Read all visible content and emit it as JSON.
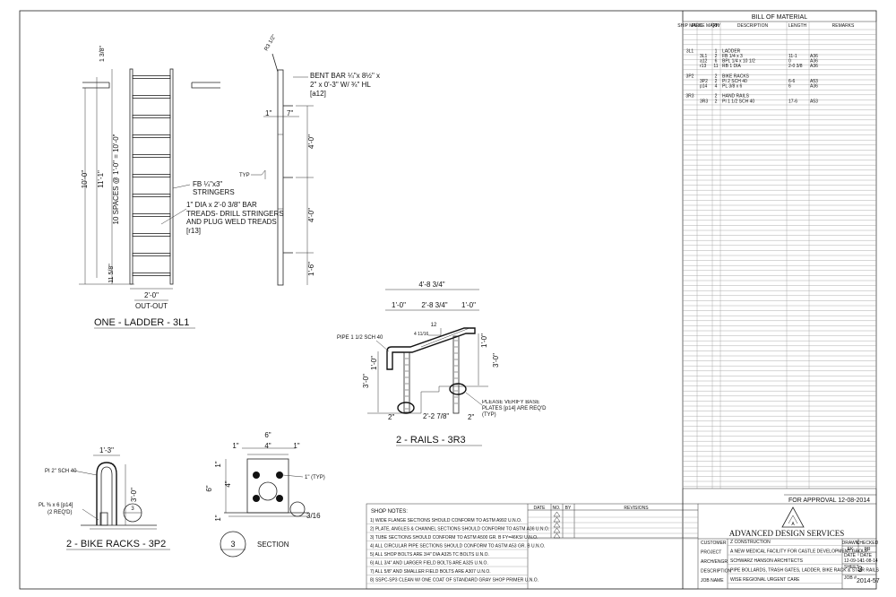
{
  "bom": {
    "title": "BILL OF MATERIAL",
    "headers": [
      "SHIP MARK",
      "PIECE MARK",
      "QTY",
      "DESCRIPTION",
      "LENGTH",
      "REMARKS"
    ],
    "rows": [
      [
        "3L1",
        "",
        "1",
        "LADDER",
        "",
        ""
      ],
      [
        "",
        "3L1",
        "2",
        "FB 1/4 x 3",
        "11-1",
        "A36"
      ],
      [
        "",
        "a12",
        "6",
        "BPL 1/4 x 10 1/2",
        "0",
        "A36"
      ],
      [
        "",
        "r13",
        "11",
        "RB 1 DIA",
        "2-0 3/8",
        "A36"
      ],
      [
        "",
        "",
        "",
        "",
        "",
        ""
      ],
      [
        "3P2",
        "",
        "2",
        "BIKE RACKS",
        "",
        ""
      ],
      [
        "",
        "3P2",
        "2",
        "PI 2 SCH 40",
        "6-6",
        "A53"
      ],
      [
        "",
        "p14",
        "4",
        "PL 3/8 x 6",
        "6",
        "A36"
      ],
      [
        "",
        "",
        "",
        "",
        "",
        ""
      ],
      [
        "3R3",
        "",
        "2",
        "HAND RAILS",
        "",
        ""
      ],
      [
        "",
        "3R3",
        "2",
        "PI 1 1/2 SCH 40",
        "17-6",
        "A53"
      ]
    ]
  },
  "ladder": {
    "title": "ONE - LADDER - 3L1",
    "dim_top": "1 3/8\"",
    "dim_spaces": "10 SPACES @ 1'-0\" = 10'-0\"",
    "dim_overall": "11'-1\"",
    "dim_left": "10'-0\"",
    "dim_bottom": "11 5/8\"",
    "dim_width": "2'-0\"",
    "dim_out": "OUT-OUT",
    "note_stringers": "FB 1/4\"x3\" STRINGERS",
    "note_treads": "1\" DIA x 2'-0 3/8\" BAR TREADS- DRILL STRINGERS AND PLUG WELD TREADS [r13]",
    "note_bent": "BENT BAR 1/4\"x 8 1/2\" x 2\" x 0'-3\" W/ 3/4\" HL [a12]",
    "radius": "R3 1/2\"",
    "dim_1": "1\"",
    "dim_7": "7\"",
    "typ": "TYP",
    "dim_4a": "4'-0\"",
    "dim_4b": "4'-0\"",
    "dim_1_6": "1'-6\""
  },
  "rails": {
    "title": "2 - RAILS - 3R3",
    "dim_overall": "4'-8 3/4\"",
    "dim_mid": "2'-8 3/4\"",
    "dim_l": "1'-0\"",
    "dim_r": "1'-0\"",
    "slope": "12",
    "slope2": "4 11/16",
    "pipe": "PIPE 1 1/2 SCH 40",
    "dim_h1": "1'-0\"",
    "dim_h3": "3'-0\"",
    "dim_rh1": "1'-0\"",
    "dim_rh3": "3'-0\"",
    "dim_2a": "2\"",
    "dim_2b": "2\"",
    "dim_base": "2'-2 7/8\"",
    "note_base": "PLEASE VERIFY BASE PLATES [p14] ARE REQ'D (TYP)"
  },
  "bike": {
    "title": "2 - BIKE RACKS - 3P2",
    "dim_w": "1'-3\"",
    "pipe": "PI 2\" SCH 40",
    "plate": "PL 3/8 x 6 [p14] (2 REQ'D)",
    "dim_h": "3'-0\"",
    "bubble": "3"
  },
  "section": {
    "title": "SECTION",
    "bubble": "3",
    "dim_6": "6\"",
    "dim_4": "4\"",
    "dim_1a": "1\"",
    "dim_1b": "1\"",
    "dim_v1a": "1\"",
    "dim_v4": "4\"",
    "dim_v6": "6\"",
    "dim_v1b": "1\"",
    "typ": "1\" (TYP)",
    "weld": "3/16"
  },
  "notes": {
    "title": "SHOP NOTES:",
    "items": [
      "1) WIDE FLANGE SECTIONS SHOULD CONFORM TO ASTM A992 U.N.O.",
      "2) PLATE, ANGLES & CHANNEL SECTIONS SHOULD CONFORM TO ASTM A36 U.N.O.",
      "3) TUBE SECTIONS SHOULD CONFORM TO ASTM A500 GR. B FY=46KSI U.N.O.",
      "4) ALL CIRCULAR PIPE SECTIONS SHOULD CONFORM TO ASTM A53 GR. B U.N.O.",
      "5) ALL SHOP BOLTS ARE 3/4\" DIA A325 TC BOLTS U.N.O.",
      "6) ALL 3/4\" AND LARGER FIELD BOLTS ARE A325 U.N.O.",
      "7) ALL 5/8\" AND SMALLER FIELD BOLTS ARE A307 U.N.O.",
      "8) SSPC-SP3 CLEAN W/ ONE COAT OF STANDARD GRAY SHOP PRIMER U.N.O."
    ]
  },
  "revisions": {
    "headers": [
      "DATE",
      "NO.",
      "BY",
      "REVISIONS"
    ]
  },
  "titleblock": {
    "approval": "FOR APPROVAL   12-08-2014",
    "company": "ADVANCED DESIGN SERVICES",
    "fields": [
      {
        "label": "CUSTOMER",
        "value": "Z CONSTRUCTION"
      },
      {
        "label": "PROJECT",
        "value": "A NEW MEDICAL FACILITY FOR CASTLE DEVELOPMENT GROUP"
      },
      {
        "label": "ARCH/ENGR",
        "value": "SCHWARZ HANSON ARCHITECTS"
      },
      {
        "label": "DESCRIPTION",
        "value": "PIPE BOLLARDS, TRASH GATES, LADDER, BIKE RACK & STAIR RAILS"
      },
      {
        "label": "JOB NAME",
        "value": "WISE REGIONAL URGENT CARE"
      }
    ],
    "drawn_label": "DRAWN",
    "checked_label": "CHECKED",
    "drawn": "EK",
    "checked": "PR",
    "date1_label": "DATE",
    "date1": "12-09-14",
    "date2_label": "DATE",
    "date2": "11-08-14",
    "sheet_label": "SHEET",
    "sheet": "3",
    "job_label": "JOB #",
    "job": "2014-57"
  }
}
